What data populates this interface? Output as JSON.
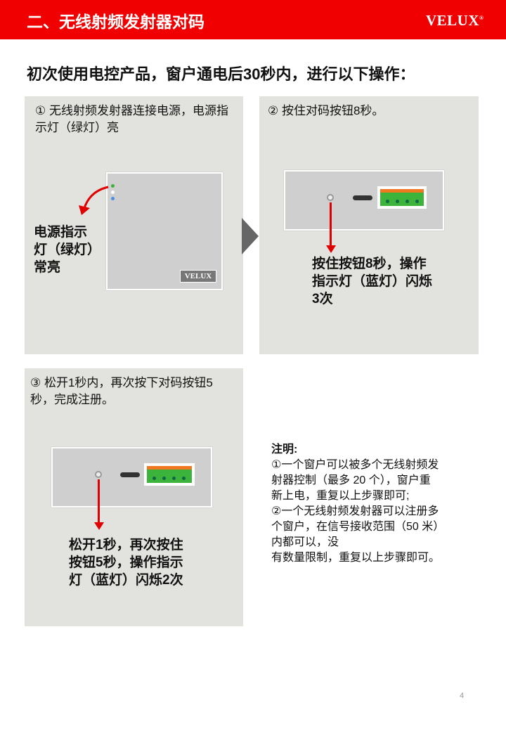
{
  "header": {
    "title": "二、无线射频发射器对码",
    "logo": "VELUX",
    "logo_mark": "®"
  },
  "subtitle": "初次使用电控产品，窗户通电后30秒内，进行以下操作：",
  "steps": [
    {
      "text": "① 无线射频发射器连接电源，电源指示灯（绿灯）亮",
      "callout": [
        "电源指示",
        "灯（绿灯）",
        "常亮"
      ],
      "device_logo": "VELUX"
    },
    {
      "text": "② 按住对码按钮8秒。",
      "callout": [
        "按住按钮8秒，操作",
        "指示灯（蓝灯）闪烁",
        "3次"
      ]
    },
    {
      "text": "③ 松开1秒内，再次按下对码按钮5秒，完成注册。",
      "callout": [
        "松开1秒，再次按住",
        "按钮5秒，操作指示",
        "灯（蓝灯）闪烁2次"
      ]
    }
  ],
  "note": {
    "title": "注明:",
    "lines": [
      "①一个窗户可以被多个无线射频发",
      "射器控制（最多 20 个），窗户重",
      "新上电，重复以上步骤即可;",
      "②一个无线射频发射器可以注册多",
      "个窗户，在信号接收范围（50 米）",
      "内都可以，没",
      "有数量限制，重复以上步骤即可。"
    ]
  },
  "page_number": "4",
  "colors": {
    "brand_red": "#f00000",
    "panel": "#e2e2de",
    "led_green": "#3cb43c"
  }
}
